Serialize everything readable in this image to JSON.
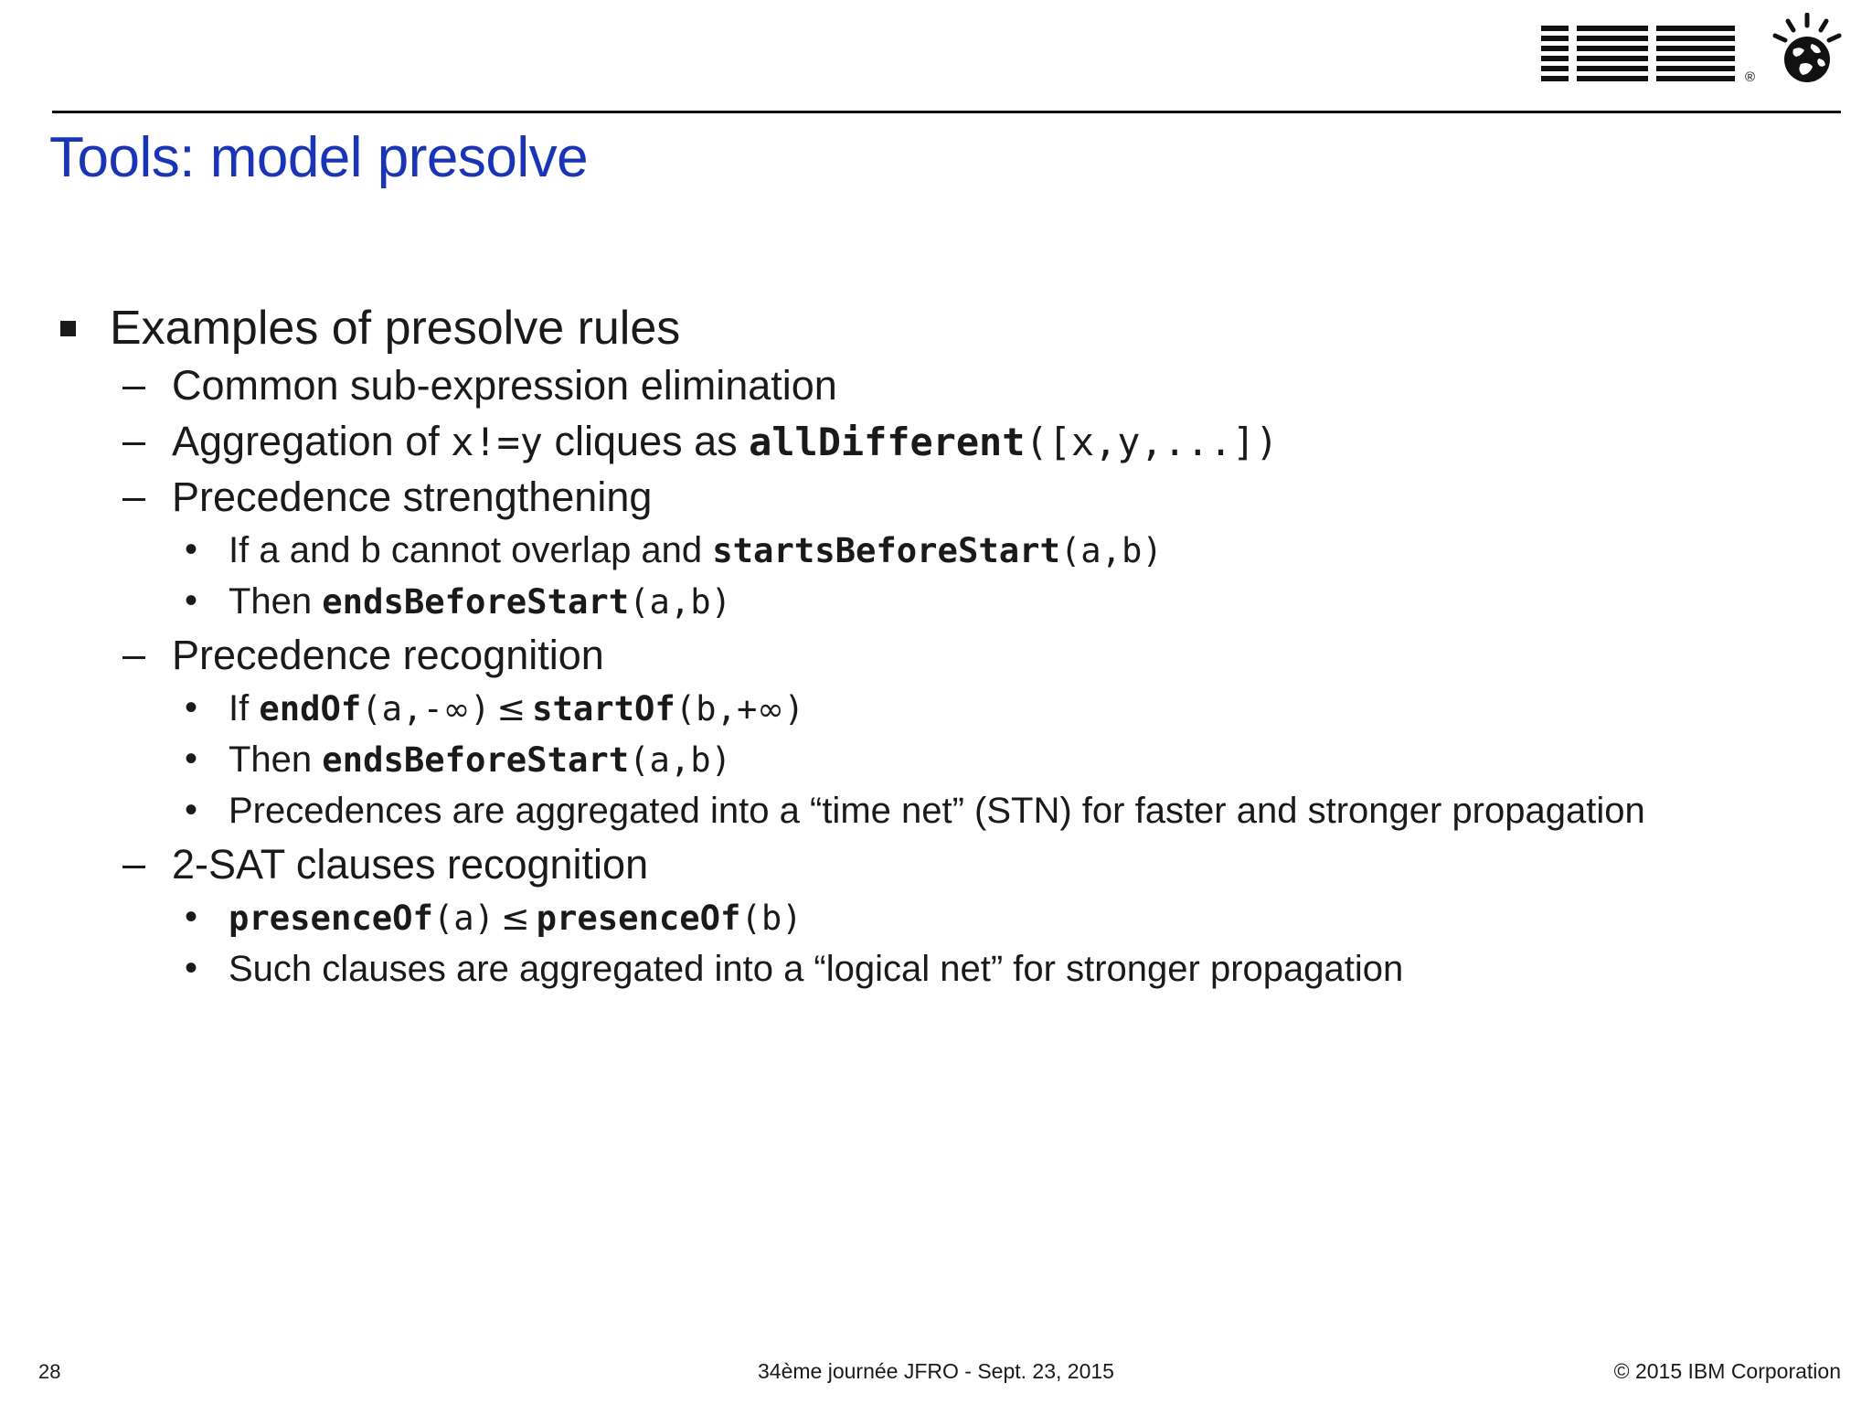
{
  "header": {
    "logo_text": "IBM",
    "logo_registered": "®",
    "logo_globe_icon": "globe-with-rays-icon"
  },
  "title": "Tools: model presolve",
  "title_color": "#1733c2",
  "body": [
    {
      "level": 1,
      "marker": "square-bullet",
      "marker_glyph": "",
      "runs": [
        {
          "style": "text",
          "text": "Examples of presolve rules"
        }
      ]
    },
    {
      "level": 2,
      "marker": "dash-bullet",
      "marker_glyph": "–",
      "runs": [
        {
          "style": "text",
          "text": "Common sub-expression elimination"
        }
      ]
    },
    {
      "level": 2,
      "marker": "dash-bullet",
      "marker_glyph": "–",
      "runs": [
        {
          "style": "text",
          "text": "Aggregation of "
        },
        {
          "style": "code",
          "text": "x!=y"
        },
        {
          "style": "text",
          "text": " cliques as "
        },
        {
          "style": "code-bold",
          "text": "allDifferent"
        },
        {
          "style": "code",
          "text": "([x,y,...])"
        }
      ]
    },
    {
      "level": 2,
      "marker": "dash-bullet",
      "marker_glyph": "–",
      "runs": [
        {
          "style": "text",
          "text": "Precedence strengthening"
        }
      ]
    },
    {
      "level": 3,
      "marker": "round-bullet",
      "marker_glyph": "•",
      "runs": [
        {
          "style": "text",
          "text": "If a and b cannot overlap and "
        },
        {
          "style": "code-bold",
          "text": "startsBeforeStart"
        },
        {
          "style": "code",
          "text": "(a,b)"
        }
      ]
    },
    {
      "level": 3,
      "marker": "round-bullet",
      "marker_glyph": "•",
      "runs": [
        {
          "style": "text",
          "text": "Then "
        },
        {
          "style": "code-bold",
          "text": "endsBeforeStart"
        },
        {
          "style": "code",
          "text": "(a,b)"
        }
      ]
    },
    {
      "level": 2,
      "marker": "dash-bullet",
      "marker_glyph": "–",
      "runs": [
        {
          "style": "text",
          "text": "Precedence recognition"
        }
      ]
    },
    {
      "level": 3,
      "marker": "round-bullet",
      "marker_glyph": "•",
      "runs": [
        {
          "style": "text",
          "text": "If "
        },
        {
          "style": "code-bold",
          "text": "endOf"
        },
        {
          "style": "code",
          "text": "(a,-"
        },
        {
          "style": "infinity",
          "text": "∞"
        },
        {
          "style": "code",
          "text": ")"
        },
        {
          "style": "relation",
          "text": "≤"
        },
        {
          "style": "code-bold",
          "text": "startOf"
        },
        {
          "style": "code",
          "text": "(b,+"
        },
        {
          "style": "infinity",
          "text": "∞"
        },
        {
          "style": "code",
          "text": ")"
        }
      ]
    },
    {
      "level": 3,
      "marker": "round-bullet",
      "marker_glyph": "•",
      "runs": [
        {
          "style": "text",
          "text": "Then "
        },
        {
          "style": "code-bold",
          "text": "endsBeforeStart"
        },
        {
          "style": "code",
          "text": "(a,b)"
        }
      ]
    },
    {
      "level": 3,
      "marker": "round-bullet",
      "marker_glyph": "•",
      "runs": [
        {
          "style": "text",
          "text": "Precedences are aggregated into a “time net” (STN) for faster and stronger propagation"
        }
      ]
    },
    {
      "level": 2,
      "marker": "dash-bullet",
      "marker_glyph": "–",
      "runs": [
        {
          "style": "text",
          "text": "2-SAT clauses recognition"
        }
      ]
    },
    {
      "level": 3,
      "marker": "round-bullet",
      "marker_glyph": "•",
      "runs": [
        {
          "style": "code-bold",
          "text": "presenceOf"
        },
        {
          "style": "code",
          "text": "(a)"
        },
        {
          "style": "relation",
          "text": "≤"
        },
        {
          "style": "code-bold",
          "text": "presenceOf"
        },
        {
          "style": "code",
          "text": "(b)"
        }
      ]
    },
    {
      "level": 3,
      "marker": "round-bullet",
      "marker_glyph": "•",
      "runs": [
        {
          "style": "text",
          "text": "Such clauses are aggregated into a “logical net” for stronger propagation"
        }
      ]
    }
  ],
  "footer": {
    "page_number": "28",
    "event": "34ème journée JFRO - Sept. 23,  2015",
    "copyright": "© 2015 IBM Corporation"
  }
}
